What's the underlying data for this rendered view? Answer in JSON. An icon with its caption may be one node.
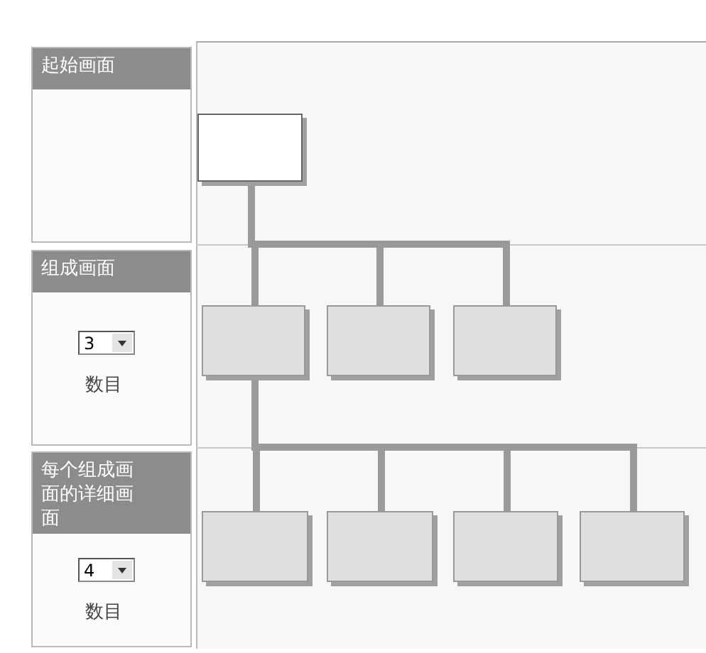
{
  "diagram": {
    "nodes": [
      {
        "text": [
          "起始画面"
        ]
      },
      {
        "text": [
          "组成画面"
        ]
      },
      {
        "text": [
          "每个组成画面的详细画面"
        ]
      },
      {
        "text": [],
        "shape": "box"
      },
      {
        "text": [],
        "shape": "box"
      },
      {
        "text": [],
        "shape": "box"
      },
      {
        "text": [],
        "shape": "box"
      },
      {
        "text": [],
        "shape": "box"
      },
      {
        "text": [],
        "shape": "box"
      },
      {
        "text": [],
        "shape": "box"
      },
      {
        "text": [],
        "shape": "box"
      }
    ],
    "edges": [
      {
        "from": 3,
        "to": 4,
        "arrow": "none"
      },
      {
        "from": 3,
        "to": 5,
        "arrow": "none"
      },
      {
        "from": 3,
        "to": 6,
        "arrow": "none"
      },
      {
        "from": 4,
        "to": 7,
        "arrow": "none"
      },
      {
        "from": 4,
        "to": 8,
        "arrow": "none"
      },
      {
        "from": 4,
        "to": 9,
        "arrow": "none"
      },
      {
        "from": 4,
        "to": 10,
        "arrow": "none"
      }
    ],
    "labels": [
      "3",
      "数目",
      "4",
      "数目"
    ]
  }
}
